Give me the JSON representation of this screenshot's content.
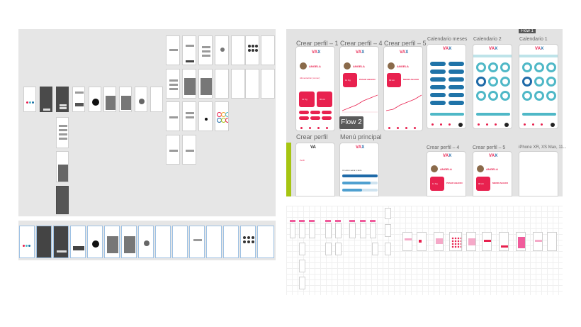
{
  "labels": {
    "crear_perfil_1": "Crear perfil – 1",
    "crear_perfil_4": "Crear perfil – 4",
    "crear_perfil_5": "Crear perfil – 5",
    "calendario_meses": "Calendario meses",
    "calendario_2": "Calendario 2",
    "calendario_1": "Calendario 1",
    "crear_perfil": "Crear perfil",
    "menu_principal": "Menú principal",
    "crear_perfil_4b": "Crear perfil – 4",
    "crear_perfil_5b": "Crear perfil – 5",
    "iphone": "iPhone XR, XS Max, 11...",
    "flow2": "Flow 2",
    "flow_top": "Flow 1"
  },
  "brand": {
    "v": "VA",
    "x": "X"
  },
  "screens": {
    "name": "ANGELA",
    "section": "Alimentación (comer)",
    "weight": "11 Kg",
    "weight_tag": "PESAR ABAIXO",
    "weight2": "90 cm",
    "weight2_tag": "MEDIR ABAIXO",
    "menu_title": "PROGRESO HACIA TU META",
    "perfil": "Perfil"
  },
  "colors": {
    "pink": "#e8214f",
    "blue": "#1e6aa8",
    "teal": "#4fb8c7",
    "flow_green": "#a6c512"
  }
}
